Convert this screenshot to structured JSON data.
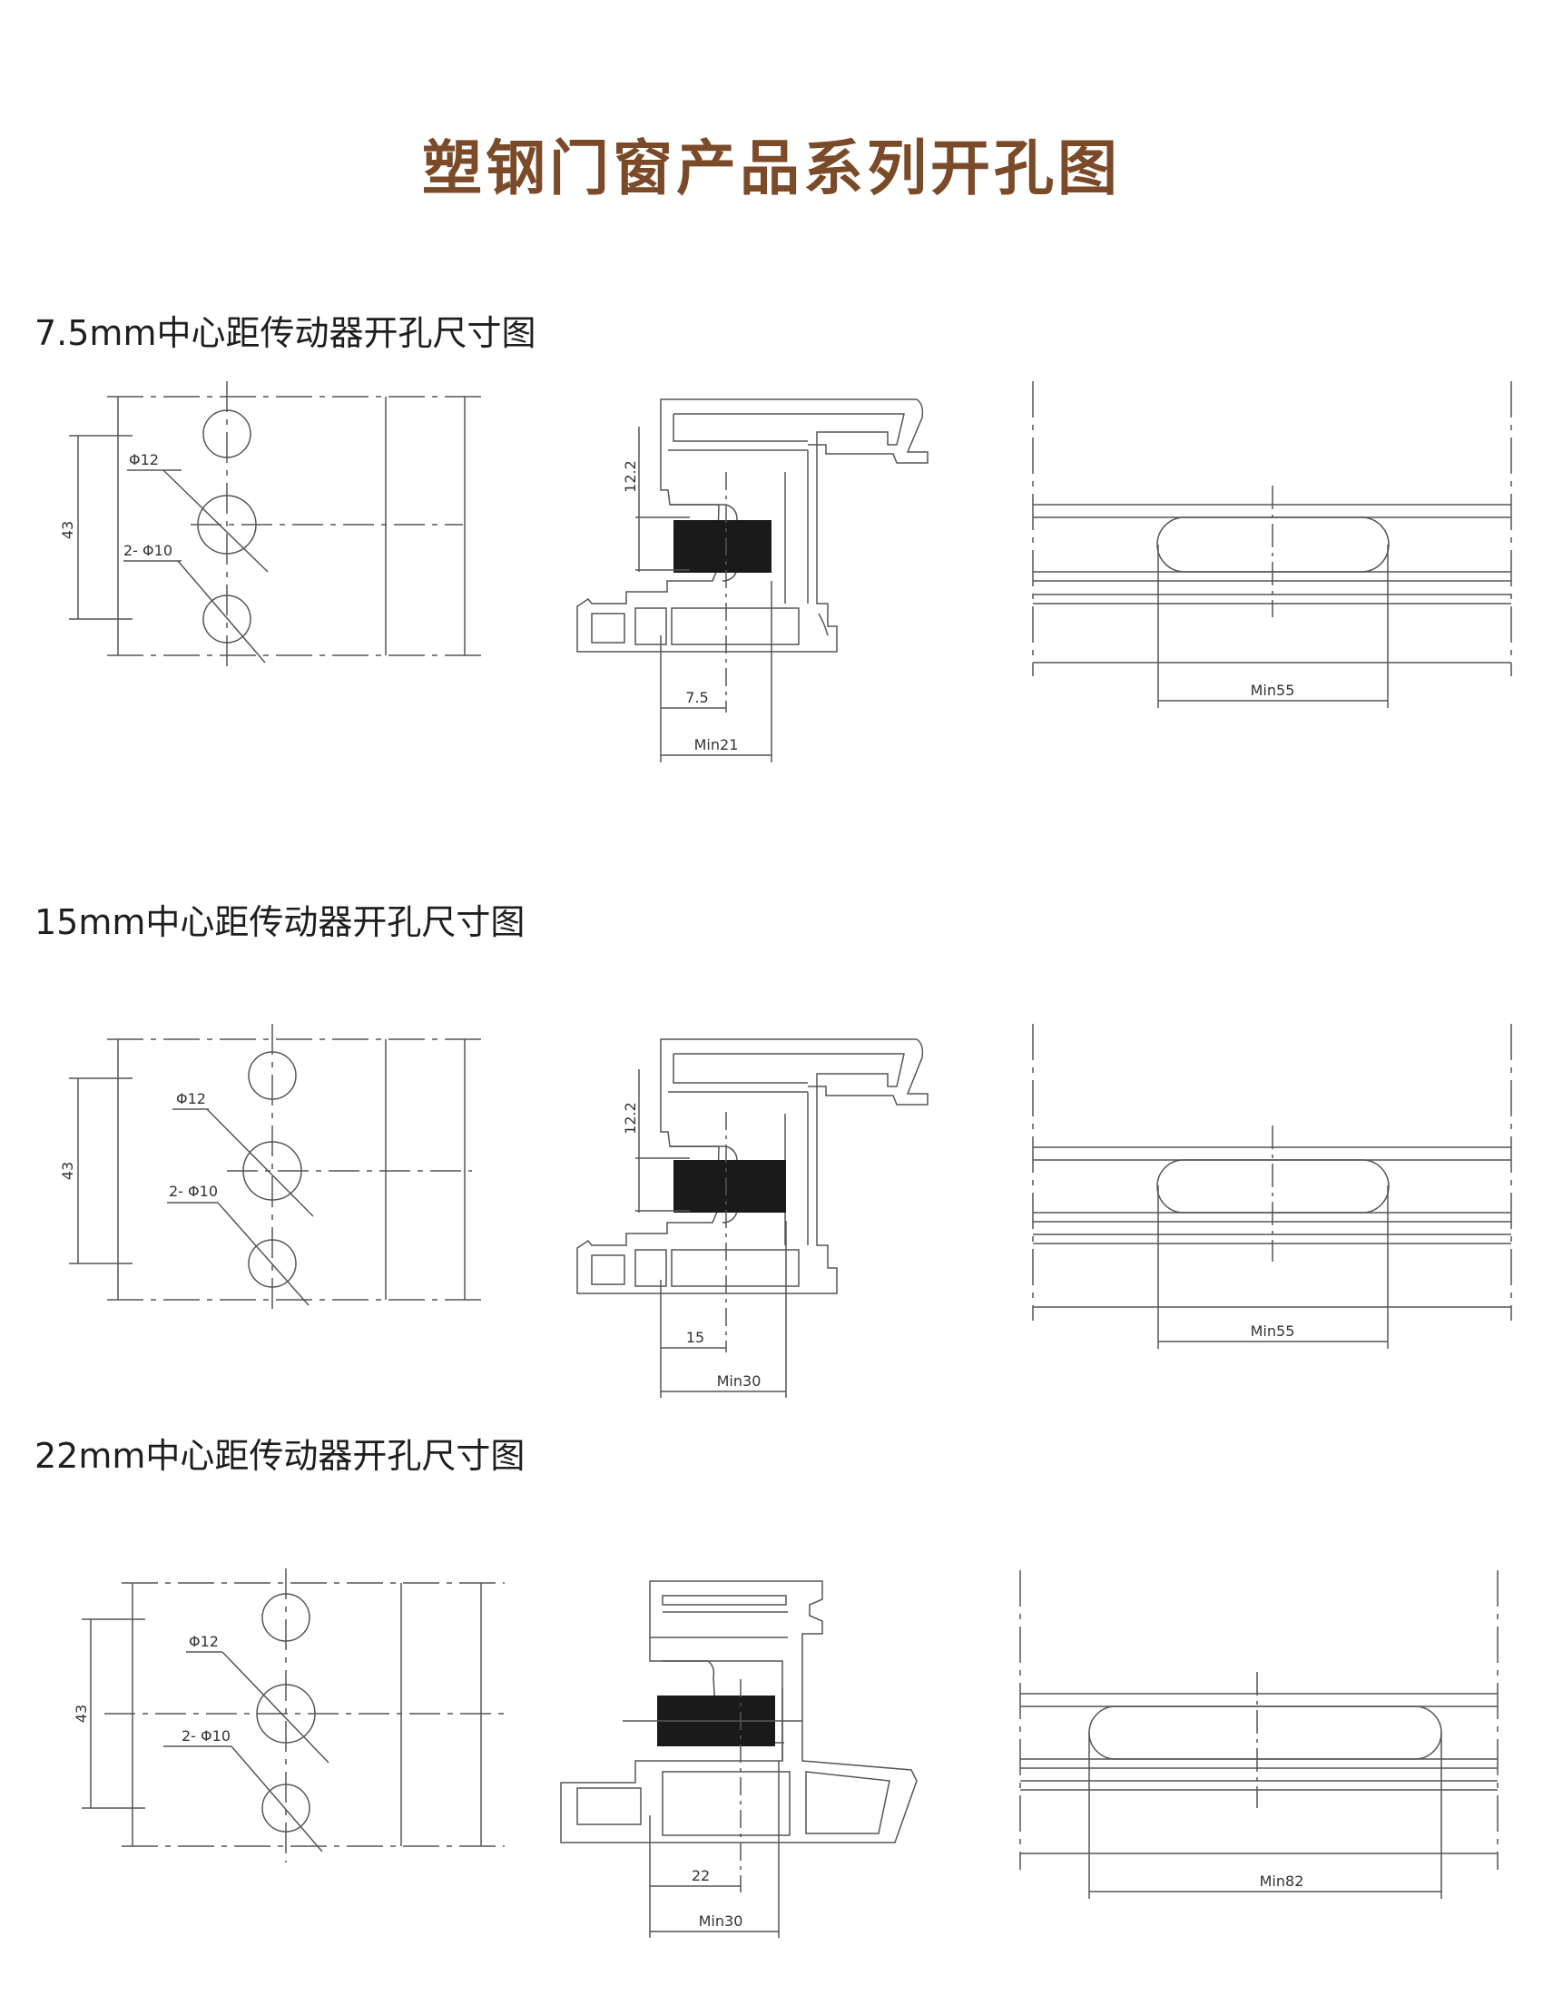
{
  "title": "塑钢门窗产品系列开孔图",
  "colors": {
    "title": "#7b4a28",
    "line": "#555555",
    "block": "#1a1a1a"
  },
  "sections": [
    {
      "title": "7.5mm中心距传动器开孔尺寸图",
      "left": {
        "height": "43",
        "big_hole": "Φ12",
        "small_holes": "2- Φ10"
      },
      "middle": {
        "vertical": "12.2",
        "offset": "7.5",
        "min": "Min21"
      },
      "right": {
        "min": "Min55"
      }
    },
    {
      "title": "15mm中心距传动器开孔尺寸图",
      "left": {
        "height": "43",
        "big_hole": "Φ12",
        "small_holes": "2- Φ10"
      },
      "middle": {
        "vertical": "12.2",
        "offset": "15",
        "min": "Min30"
      },
      "right": {
        "min": "Min55"
      }
    },
    {
      "title": "22mm中心距传动器开孔尺寸图",
      "left": {
        "height": "43",
        "big_hole": "Φ12",
        "small_holes": "2- Φ10"
      },
      "middle": {
        "offset": "22",
        "min": "Min30"
      },
      "right": {
        "min": "Min82"
      }
    }
  ]
}
